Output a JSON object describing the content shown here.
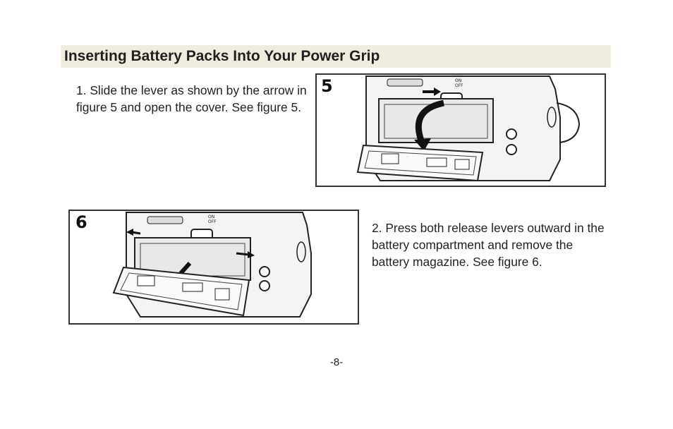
{
  "header": {
    "title": "Inserting Battery Packs Into Your Power Grip"
  },
  "steps": [
    {
      "text": "1. Slide the lever as shown by the arrow in figure 5 and open the cover. See figure 5."
    },
    {
      "text": "2.  Press both release levers outward in the battery compartment and remove the battery magazine. See figure 6."
    }
  ],
  "figures": [
    {
      "number": "5",
      "switch_label_on": "ON",
      "switch_label_off": "OFF"
    },
    {
      "number": "6",
      "switch_label_on": "ON",
      "switch_label_off": "OFF"
    }
  ],
  "footer": {
    "page_number": "-8-"
  },
  "colors": {
    "header_background": "#efece0",
    "text": "#231f20"
  }
}
